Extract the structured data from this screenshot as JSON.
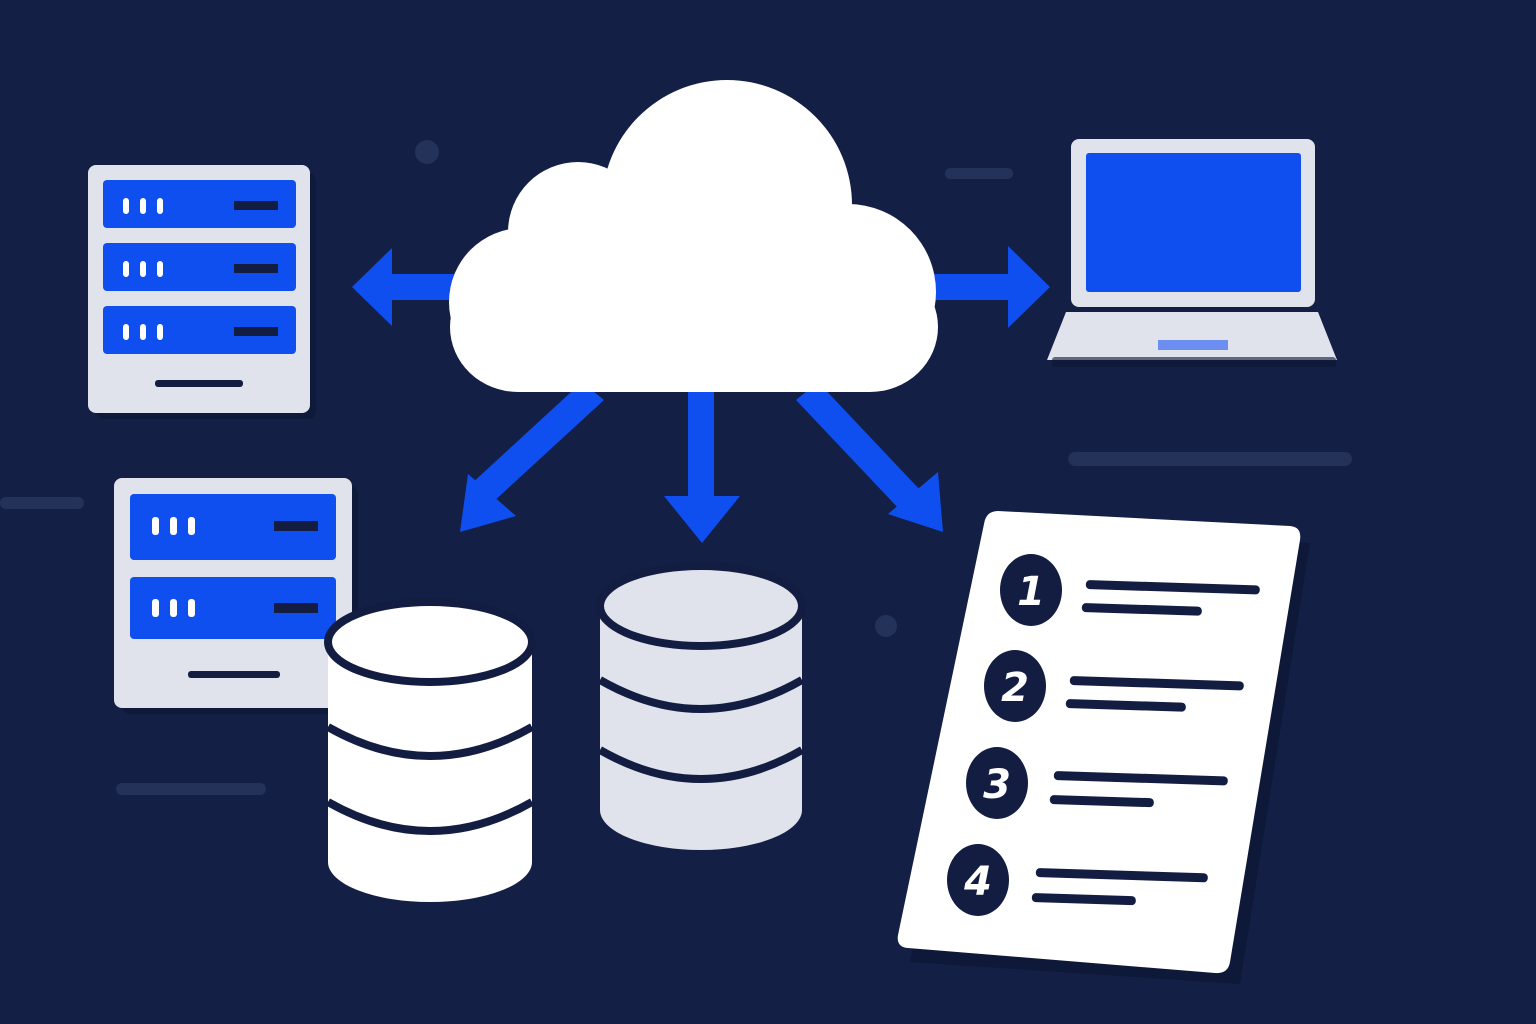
{
  "colors": {
    "background": "#141f45",
    "accent_blue": "#0f4ff0",
    "light_gray": "#e0e3ec",
    "white": "#ffffff",
    "navy": "#131d42",
    "decor": "#243159"
  },
  "icons": {
    "hub": "cloud-icon",
    "server": "server-rack-icon",
    "database": "database-icon",
    "laptop": "laptop-icon",
    "checklist": "numbered-list-document-icon"
  },
  "checklist": {
    "steps": [
      {
        "number": "1"
      },
      {
        "number": "2"
      },
      {
        "number": "3"
      },
      {
        "number": "4"
      }
    ]
  }
}
